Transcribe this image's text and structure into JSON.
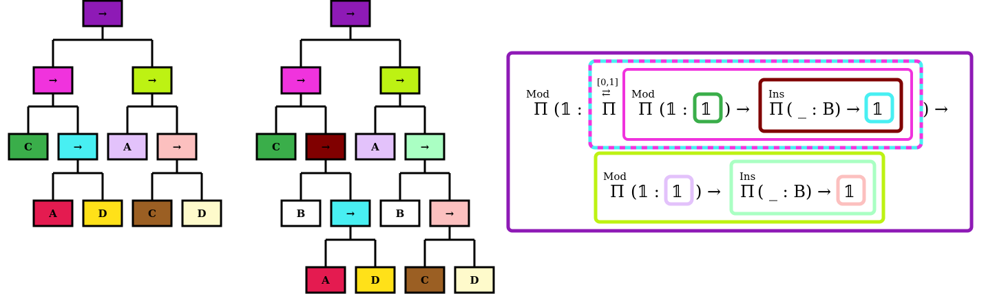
{
  "colors": {
    "purple": "#8e1ab6",
    "magenta": "#f033dd",
    "lime": "#bdf213",
    "green": "#3aae4a",
    "cyan": "#48eff2",
    "lavender": "#e3c2fb",
    "pink": "#fcc0bf",
    "crimson": "#e41b50",
    "yellow": "#ffe119",
    "brown": "#9b5f23",
    "cream": "#fefacb",
    "maroon": "#800000",
    "mint": "#aaffc3",
    "white": "#ffffff"
  },
  "tree_left": {
    "nodes": {
      "root": "→",
      "l1_left": "→",
      "l1_right": "→",
      "l2_c": "C",
      "l2_arrow": "→",
      "l2_a": "A",
      "l2_arrow2": "→",
      "l3_a": "A",
      "l3_d": "D",
      "l3_c": "C",
      "l3_d2": "D"
    }
  },
  "tree_right": {
    "nodes": {
      "root": "→",
      "l1_left": "→",
      "l1_right": "→",
      "l2_c": "C",
      "l2_arrow": "→",
      "l2_a": "A",
      "l2_arrow2": "→",
      "l3_b": "B",
      "l3_arrow": "→",
      "l3_b2": "B",
      "l3_arrow2": "→",
      "l4_a": "A",
      "l4_d": "D",
      "l4_c": "C",
      "l4_d2": "D"
    }
  },
  "formula": {
    "pi": "Π",
    "mod": "Mod",
    "ins": "Ins",
    "interval": "[0,1]",
    "swap": "⇄",
    "paren_unit_colon": "(𝟙 :",
    "unit": "𝟙",
    "close_arrow": ") →",
    "arrow": "→",
    "ins_arg": "( _ : B) →"
  }
}
